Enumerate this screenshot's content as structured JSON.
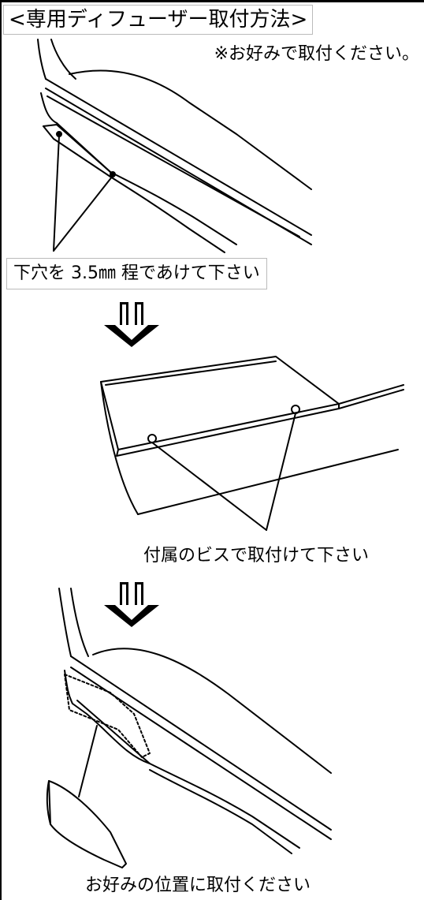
{
  "title": "<専用ディフューザー取付方法>",
  "note": "※お好みで取付ください。",
  "steps": [
    {
      "label": "下穴を 3.5㎜ 程であけて下さい"
    },
    {
      "label": "付属のビスで取付けて下さい"
    },
    {
      "label": "お好みの位置に取付ください"
    }
  ],
  "icons": {
    "step_arrow": "double-down-arrow-icon"
  },
  "colors": {
    "line": "#000000",
    "background": "#ffffff",
    "box_border": "#bbbbbb"
  }
}
